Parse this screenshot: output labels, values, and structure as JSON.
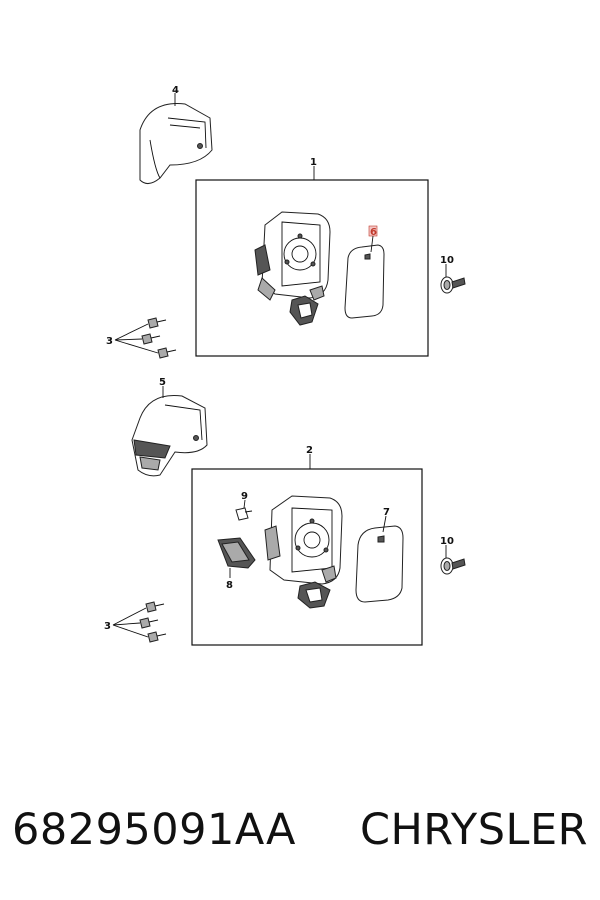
{
  "callouts": {
    "c1": "1",
    "c2": "2",
    "c3a": "3",
    "c3b": "3",
    "c4": "4",
    "c5": "5",
    "c6": "6",
    "c7": "7",
    "c8": "8",
    "c9": "9",
    "c10a": "10",
    "c10b": "10"
  },
  "highlight_color": "#c0392b",
  "footer": {
    "part_number": "68295091AA",
    "brand": "CHRYSLER"
  }
}
